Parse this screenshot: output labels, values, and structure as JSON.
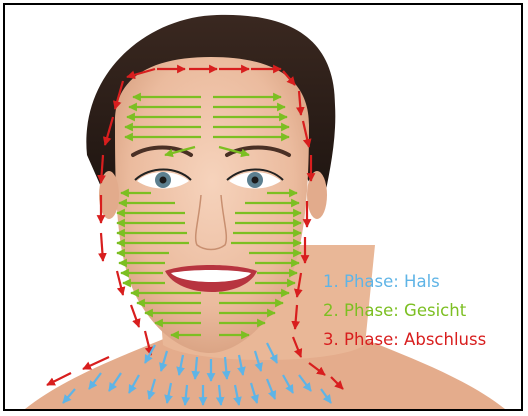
{
  "legend": {
    "items": [
      {
        "text": "1. Phase: Hals",
        "color": "#5fb4e6"
      },
      {
        "text": "2. Phase: Gesicht",
        "color": "#7cbf22"
      },
      {
        "text": "3. Phase: Abschluss",
        "color": "#d81e1e"
      }
    ]
  },
  "colors": {
    "hals": "#5fb4e6",
    "gesicht": "#7cbf22",
    "abschluss": "#d81e1e",
    "hair": "#2a1c17",
    "skin": "#eec0a3",
    "frame": "#000000"
  }
}
